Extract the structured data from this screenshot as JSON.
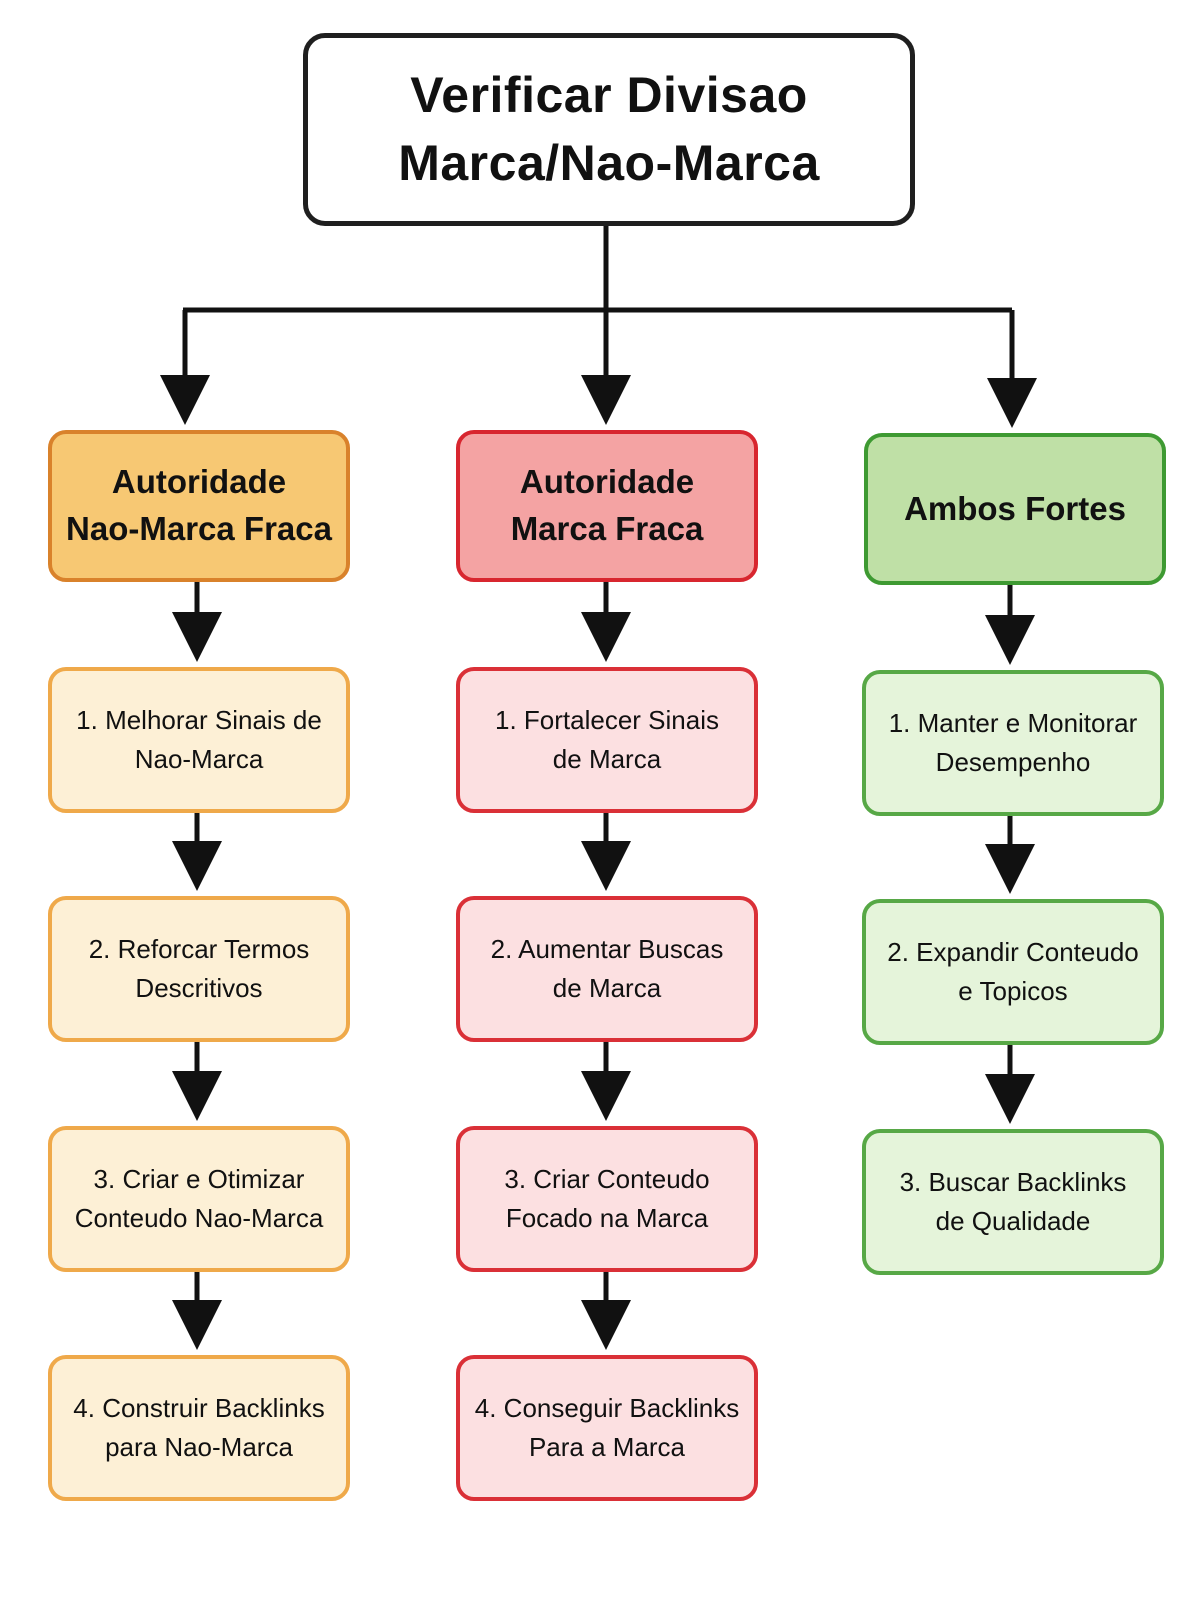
{
  "root": {
    "label": "Verificar Divisao\nMarca/Nao-Marca"
  },
  "columns": [
    {
      "color": "orange",
      "accent": "#d9822b",
      "title": "Autoridade\nNao-Marca Fraca",
      "steps": [
        "1. Melhorar Sinais de\nNao-Marca",
        "2. Reforcar Termos\nDescritivos",
        "3. Criar e Otimizar\nConteudo Nao-Marca",
        "4. Construir Backlinks\npara Nao-Marca"
      ]
    },
    {
      "color": "red",
      "accent": "#d8262f",
      "title": "Autoridade\nMarca Fraca",
      "steps": [
        "1. Fortalecer Sinais\nde Marca",
        "2. Aumentar Buscas\nde Marca",
        "3. Criar Conteudo\nFocado na Marca",
        "4. Conseguir Backlinks\nPara a Marca"
      ]
    },
    {
      "color": "green",
      "accent": "#3e9a32",
      "title": "Ambos Fortes",
      "steps": [
        "1. Manter e Monitorar\nDesempenho",
        "2. Expandir Conteudo\ne Topicos",
        "3. Buscar Backlinks\nde Qualidade"
      ]
    }
  ]
}
